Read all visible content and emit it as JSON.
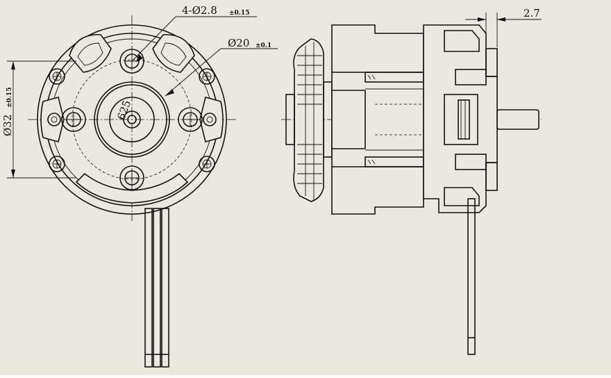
{
  "colors": {
    "background": "#ebe9df",
    "line": "#111111"
  },
  "dimensions": {
    "holes": {
      "label": "4-Ø2.8",
      "tol": "±0.15"
    },
    "boss": {
      "label": "Ø20",
      "tol": "±0.1"
    },
    "outer": {
      "label": "Ø32",
      "tol": "±0.15"
    },
    "shaft_offset": {
      "label": "2.7"
    }
  },
  "marking": "625"
}
